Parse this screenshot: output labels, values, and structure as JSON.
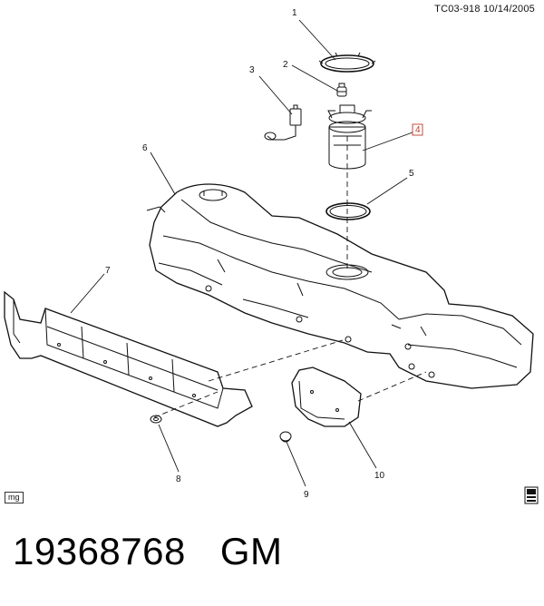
{
  "header": {
    "reference": "TC03-918  10/14/2005"
  },
  "callouts": [
    "1",
    "2",
    "3",
    "4",
    "5",
    "6",
    "7",
    "8",
    "9",
    "10"
  ],
  "footer": {
    "mg_label": "mg",
    "part_number": "19368768",
    "brand": "GM"
  },
  "icons": {
    "service_book": "book-icon"
  },
  "colors": {
    "ink": "#111111",
    "callout_box": "#c0392b"
  }
}
